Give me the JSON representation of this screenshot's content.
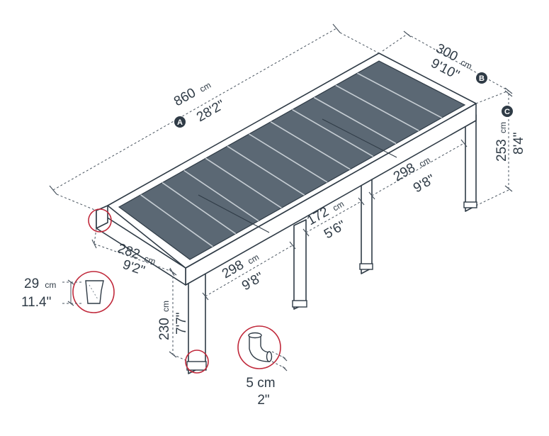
{
  "dimensions": {
    "length": {
      "metric": "860",
      "metric_unit": "cm",
      "imperial": "28'2\"",
      "badge": "A"
    },
    "width": {
      "metric": "300",
      "metric_unit": "cm",
      "imperial": "9'10\"",
      "badge": "B"
    },
    "height": {
      "metric": "253",
      "metric_unit": "cm",
      "imperial": "8'4\"",
      "badge": "C"
    },
    "span_front_left": {
      "metric": "282",
      "metric_unit": "cm",
      "imperial": "9'2\""
    },
    "span_front_mid": {
      "metric": "298",
      "metric_unit": "cm",
      "imperial": "9'8\""
    },
    "span_middle": {
      "metric": "172",
      "metric_unit": "cm",
      "imperial": "5'6\""
    },
    "span_right": {
      "metric": "298",
      "metric_unit": "cm",
      "imperial": "9'8\""
    },
    "post_height": {
      "metric": "230",
      "metric_unit": "cm",
      "imperial": "7'7\""
    },
    "gutter_height": {
      "metric": "29",
      "metric_unit": "cm",
      "imperial": "11.4\""
    },
    "downpipe": {
      "metric": "5 cm",
      "imperial": "2\""
    }
  },
  "colors": {
    "structure": "#2f3b46",
    "highlight": "#c0283a"
  }
}
